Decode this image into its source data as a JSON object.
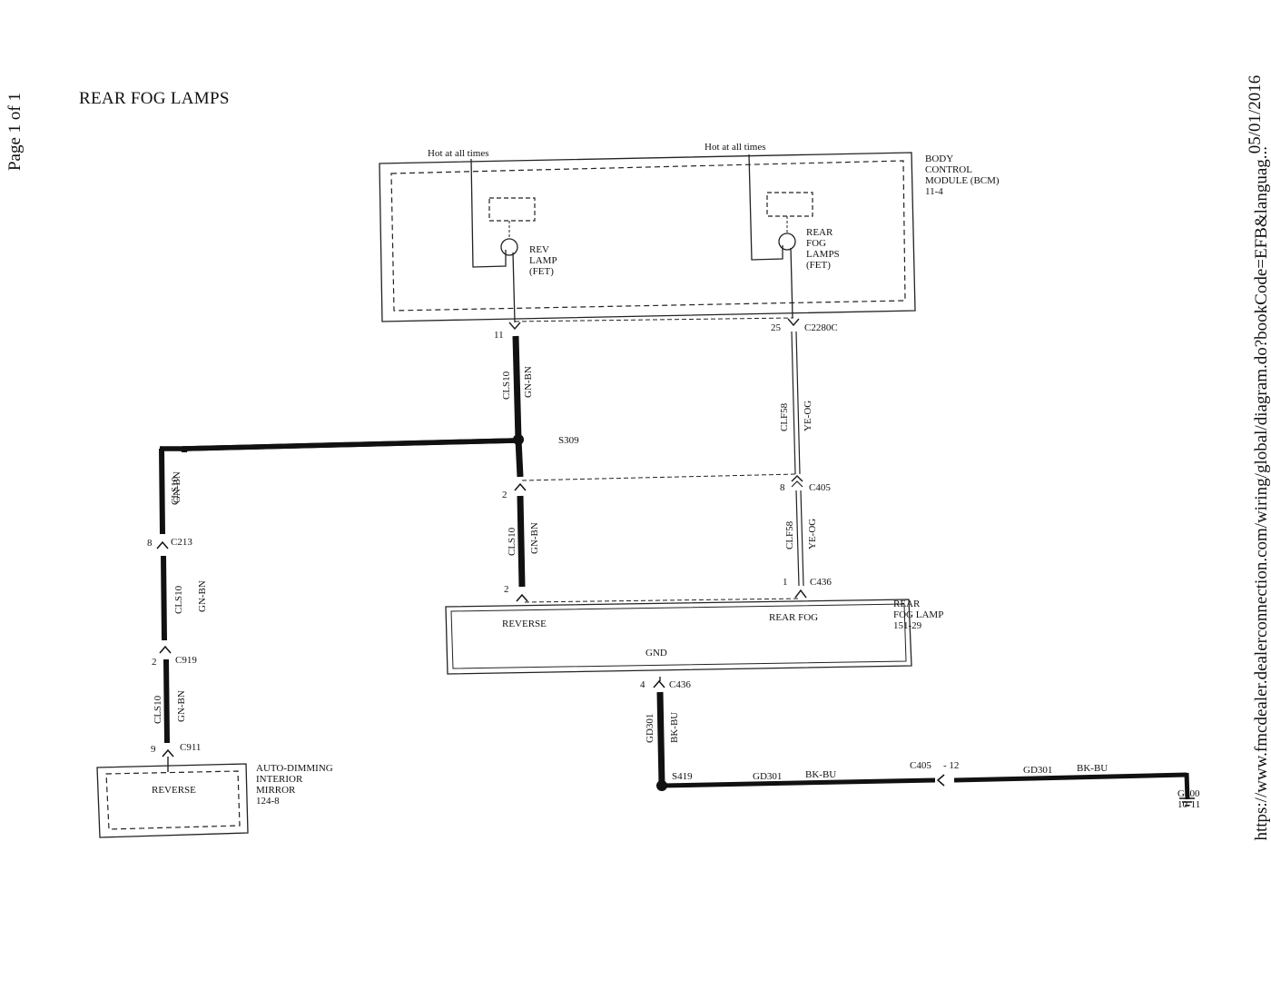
{
  "header": {
    "title": "REAR FOG LAMPS",
    "page": "Page 1 of 1",
    "date": "05/01/2016",
    "url": "https://www.fmcdealer.dealerconnection.com/wiring/global/diagram.do?bookCode=EFB&languag..."
  },
  "bcm": {
    "name_lines": [
      "BODY",
      "CONTROL",
      "MODULE (BCM)",
      "11-4"
    ],
    "hot_left": "Hot at all times",
    "hot_right": "Hot at all times",
    "rev_fet": [
      "REV",
      "LAMP",
      "(FET)"
    ],
    "fog_fet": [
      "REAR",
      "FOG",
      "LAMPS",
      "(FET)"
    ]
  },
  "connectors": {
    "bcm_pin_11": "11",
    "bcm_pin_25": "25",
    "bcm_conn": "C2280C",
    "s309": "S309",
    "c405_pin_2": "2",
    "c405_pin_8": "8",
    "c405": "C405",
    "c436_pin_2": "2",
    "c436_pin_1": "1",
    "c436": "C436",
    "c213_pin": "8",
    "c213": "C213",
    "c919_pin": "2",
    "c919": "C919",
    "c911_pin": "9",
    "c911": "C911",
    "gnd_pin": "4",
    "gnd_conn": "C436",
    "s419": "S419",
    "c405_gnd": "C405",
    "c405_gnd_pin": "- 12",
    "g400": "G400",
    "g400_ref": "10-11"
  },
  "wires": {
    "cls10": "CLS10",
    "gn_bn": "GN-BN",
    "clf58": "CLF58",
    "ye_og": "YE-OG",
    "gd301": "GD301",
    "bk_bu": "BK-BU"
  },
  "fog_lamp": {
    "name_lines": [
      "REAR",
      "FOG LAMP",
      "151-29"
    ],
    "reverse": "REVERSE",
    "rear_fog": "REAR FOG",
    "gnd": "GND"
  },
  "mirror": {
    "name_lines": [
      "AUTO-DIMMING",
      "INTERIOR",
      "MIRROR",
      "124-8"
    ],
    "reverse": "REVERSE"
  }
}
